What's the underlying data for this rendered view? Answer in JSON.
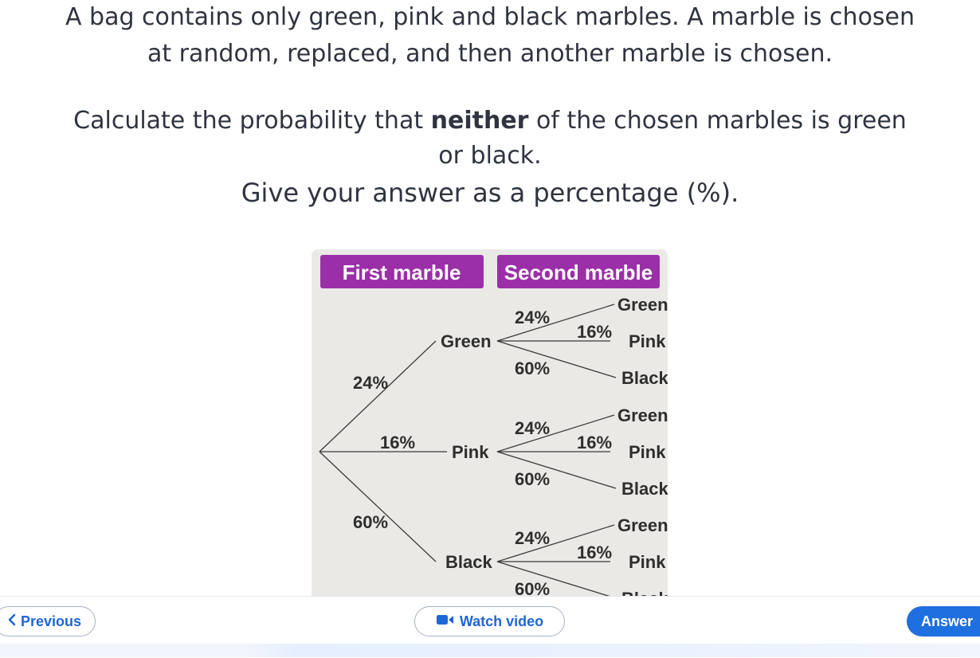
{
  "question": {
    "line1": "A bag contains only green, pink and black marbles. A marble is chosen",
    "line2": "at random, replaced, and then another marble is chosen.",
    "line3_pre": "Calculate the probability that ",
    "line3_bold": "neither",
    "line3_post": " of the chosen marbles is green",
    "line4": "or black.",
    "line5": "Give your answer as a percentage (%)."
  },
  "tree": {
    "header_first": "First marble",
    "header_second": "Second marble",
    "header_color": "#9b2fa8",
    "first_probs": [
      "24%",
      "16%",
      "60%"
    ],
    "first_labels": [
      "Green",
      "Pink",
      "Black"
    ],
    "second_probs": [
      "24%",
      "16%",
      "60%"
    ],
    "second_labels": [
      "Green",
      "Pink",
      "Black"
    ]
  },
  "nav": {
    "previous_label": "Previous",
    "video_label": "Watch video",
    "answer_label": "Answer",
    "accent": "#1e6fe0"
  },
  "icons": {
    "previous": "chevron-left-icon",
    "video": "video-camera-icon"
  }
}
